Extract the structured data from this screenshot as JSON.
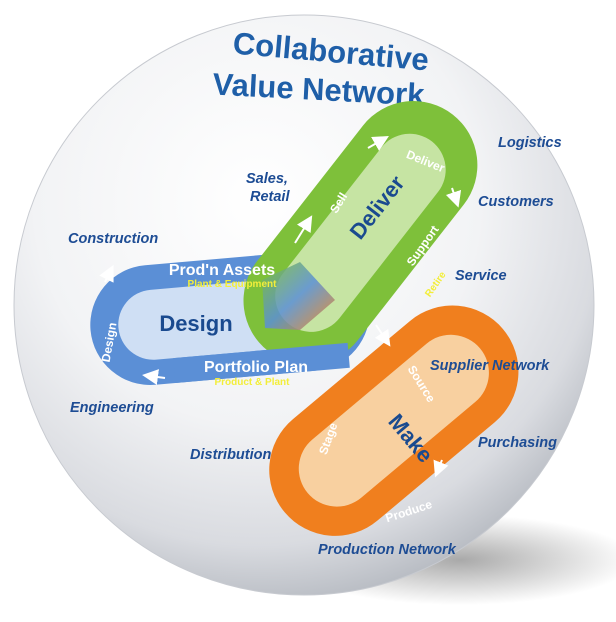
{
  "title": {
    "line1": "Collaborative",
    "line2": "Value Network"
  },
  "loops": {
    "design": {
      "center": "Design",
      "top": "Prod'n Assets",
      "top_sub": "Plant & Equipment",
      "bottom": "Portfolio Plan",
      "bottom_sub": "Product & Plant",
      "side": "Design"
    },
    "deliver": {
      "center": "Deliver",
      "sell": "Sell",
      "deliver": "Deliver",
      "support": "Support",
      "retire": "Retire"
    },
    "make": {
      "center": "Make",
      "source": "Source",
      "produce": "Produce",
      "stage": "Stage"
    }
  },
  "external_labels": {
    "logistics": "Logistics",
    "customers": "Customers",
    "sales_line1": "Sales,",
    "sales_line2": "Retail",
    "construction": "Construction",
    "service": "Service",
    "supplier_network": "Supplier Network",
    "engineering": "Engineering",
    "purchasing": "Purchasing",
    "distribution": "Distribution",
    "production_network": "Production Network"
  },
  "colors": {
    "title": "#1f5fa8",
    "external_text": "#1d4c94",
    "design_loop": "#5b8fd6",
    "design_fill": "#cfdff4",
    "deliver_loop": "#7ec03a",
    "deliver_fill": "#c6e4a3",
    "make_loop": "#f07f1e",
    "make_fill": "#f8d0a0",
    "yellow_sub": "#f3ee3a",
    "center_text": "#1a4a8f"
  }
}
